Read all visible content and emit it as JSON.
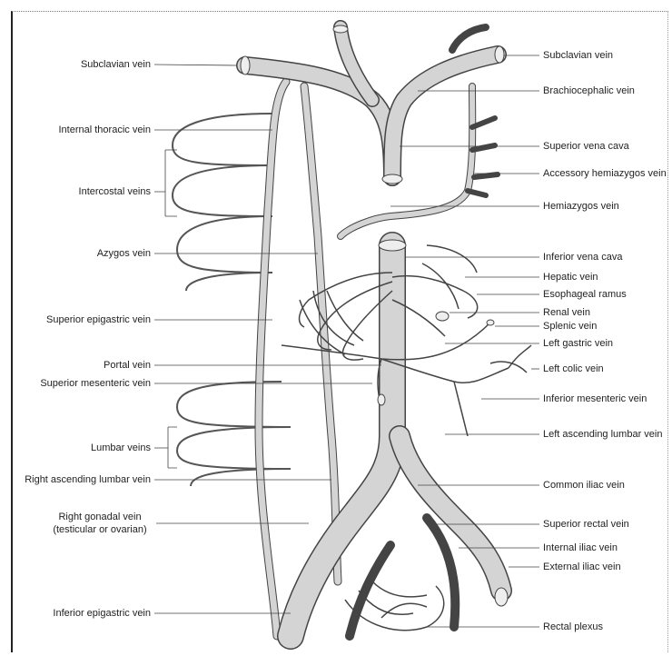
{
  "labels": {
    "left": [
      {
        "text": "Subclavian vein"
      },
      {
        "text": "Internal thoracic vein"
      },
      {
        "text": "Intercostal veins"
      },
      {
        "text": "Azygos vein"
      },
      {
        "text": "Superior epigastric vein"
      },
      {
        "text": "Portal vein"
      },
      {
        "text": "Superior mesenteric vein"
      },
      {
        "text": "Lumbar veins"
      },
      {
        "text": "Right ascending lumbar vein"
      },
      {
        "text": "Right gonadal vein"
      },
      {
        "text": "(testicular or ovarian)"
      },
      {
        "text": "Inferior epigastric vein"
      }
    ],
    "right": [
      {
        "text": "Subclavian vein"
      },
      {
        "text": "Brachiocephalic vein"
      },
      {
        "text": "Superior vena cava"
      },
      {
        "text": "Accessory hemiazygos vein"
      },
      {
        "text": "Hemiazygos vein"
      },
      {
        "text": "Inferior vena cava"
      },
      {
        "text": "Hepatic vein"
      },
      {
        "text": "Esophageal ramus"
      },
      {
        "text": "Renal vein"
      },
      {
        "text": "Splenic vein"
      },
      {
        "text": "Left gastric vein"
      },
      {
        "text": "Left colic vein"
      },
      {
        "text": "Inferior mesenteric vein"
      },
      {
        "text": "Left ascending lumbar vein"
      },
      {
        "text": "Common iliac vein"
      },
      {
        "text": "Superior rectal vein"
      },
      {
        "text": "Internal iliac vein"
      },
      {
        "text": "External iliac vein"
      },
      {
        "text": "Rectal plexus"
      }
    ]
  }
}
